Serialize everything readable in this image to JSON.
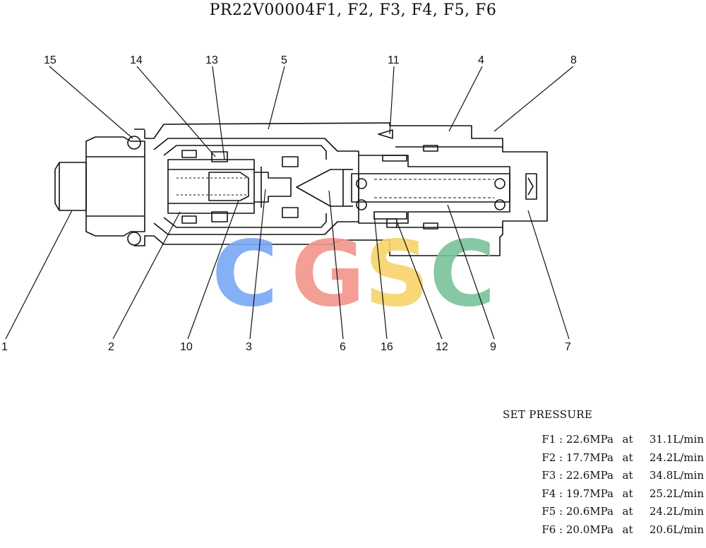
{
  "title": "PR22V00004F1, F2, F3, F4, F5, F6",
  "watermark": {
    "letters": [
      {
        "char": "C",
        "color": "#7aa8f5"
      },
      {
        "char": "G",
        "color": "#f2958a"
      },
      {
        "char": "S",
        "color": "#f7d36a"
      },
      {
        "char": "C",
        "color": "#78c39a"
      }
    ]
  },
  "part_labels": {
    "p15": "15",
    "p14": "14",
    "p13": "13",
    "p5": "5",
    "p11": "11",
    "p4": "4",
    "p8": "8",
    "p1": "1",
    "p2": "2",
    "p10": "10",
    "p3": "3",
    "p6": "6",
    "p16": "16",
    "p12": "12",
    "p9": "9",
    "p7": "7"
  },
  "set_pressure": {
    "title": "SET PRESSURE",
    "at_word": "at",
    "rows": [
      {
        "id": "F1",
        "label": "F1 : 22.6MPa",
        "flow": "31.1L/min"
      },
      {
        "id": "F2",
        "label": "F2 : 17.7MPa",
        "flow": "24.2L/min"
      },
      {
        "id": "F3",
        "label": "F3 : 22.6MPa",
        "flow": "34.8L/min"
      },
      {
        "id": "F4",
        "label": "F4 : 19.7MPa",
        "flow": "25.2L/min"
      },
      {
        "id": "F5",
        "label": "F5 : 20.6MPa",
        "flow": "24.2L/min"
      },
      {
        "id": "F6",
        "label": "F6 : 20.0MPa",
        "flow": "20.6L/min"
      }
    ]
  }
}
